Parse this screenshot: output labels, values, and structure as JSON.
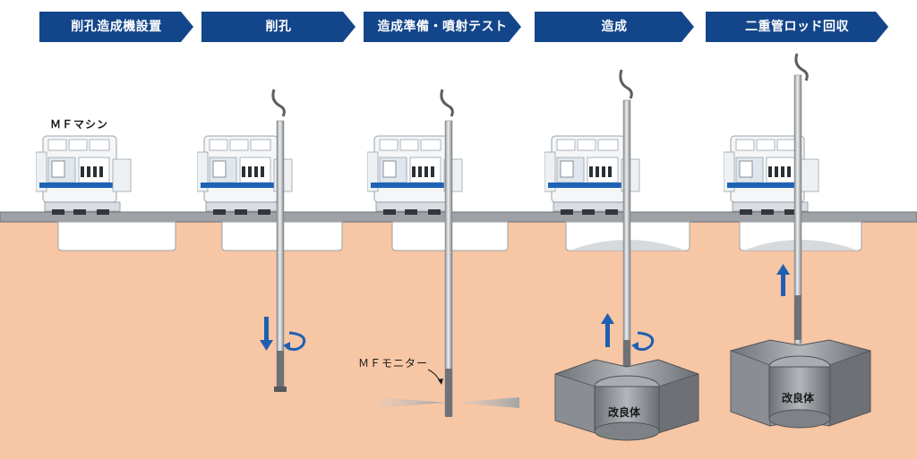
{
  "steps": [
    {
      "label": "削孔造成機設置"
    },
    {
      "label": "削孔"
    },
    {
      "label": "造成準備・噴射テスト"
    },
    {
      "label": "造成"
    },
    {
      "label": "二重管ロッド回収"
    }
  ],
  "labels": {
    "machine": "ＭＦマシン",
    "monitor": "ＭＦモニター",
    "body_1": "改良体",
    "body_2": "改良体"
  },
  "colors": {
    "step_bg": "#13458a",
    "soil": "#f7c6a5",
    "arrow": "#1f5fb3",
    "machine_accent": "#1e63b8",
    "column": "#8f9396"
  }
}
